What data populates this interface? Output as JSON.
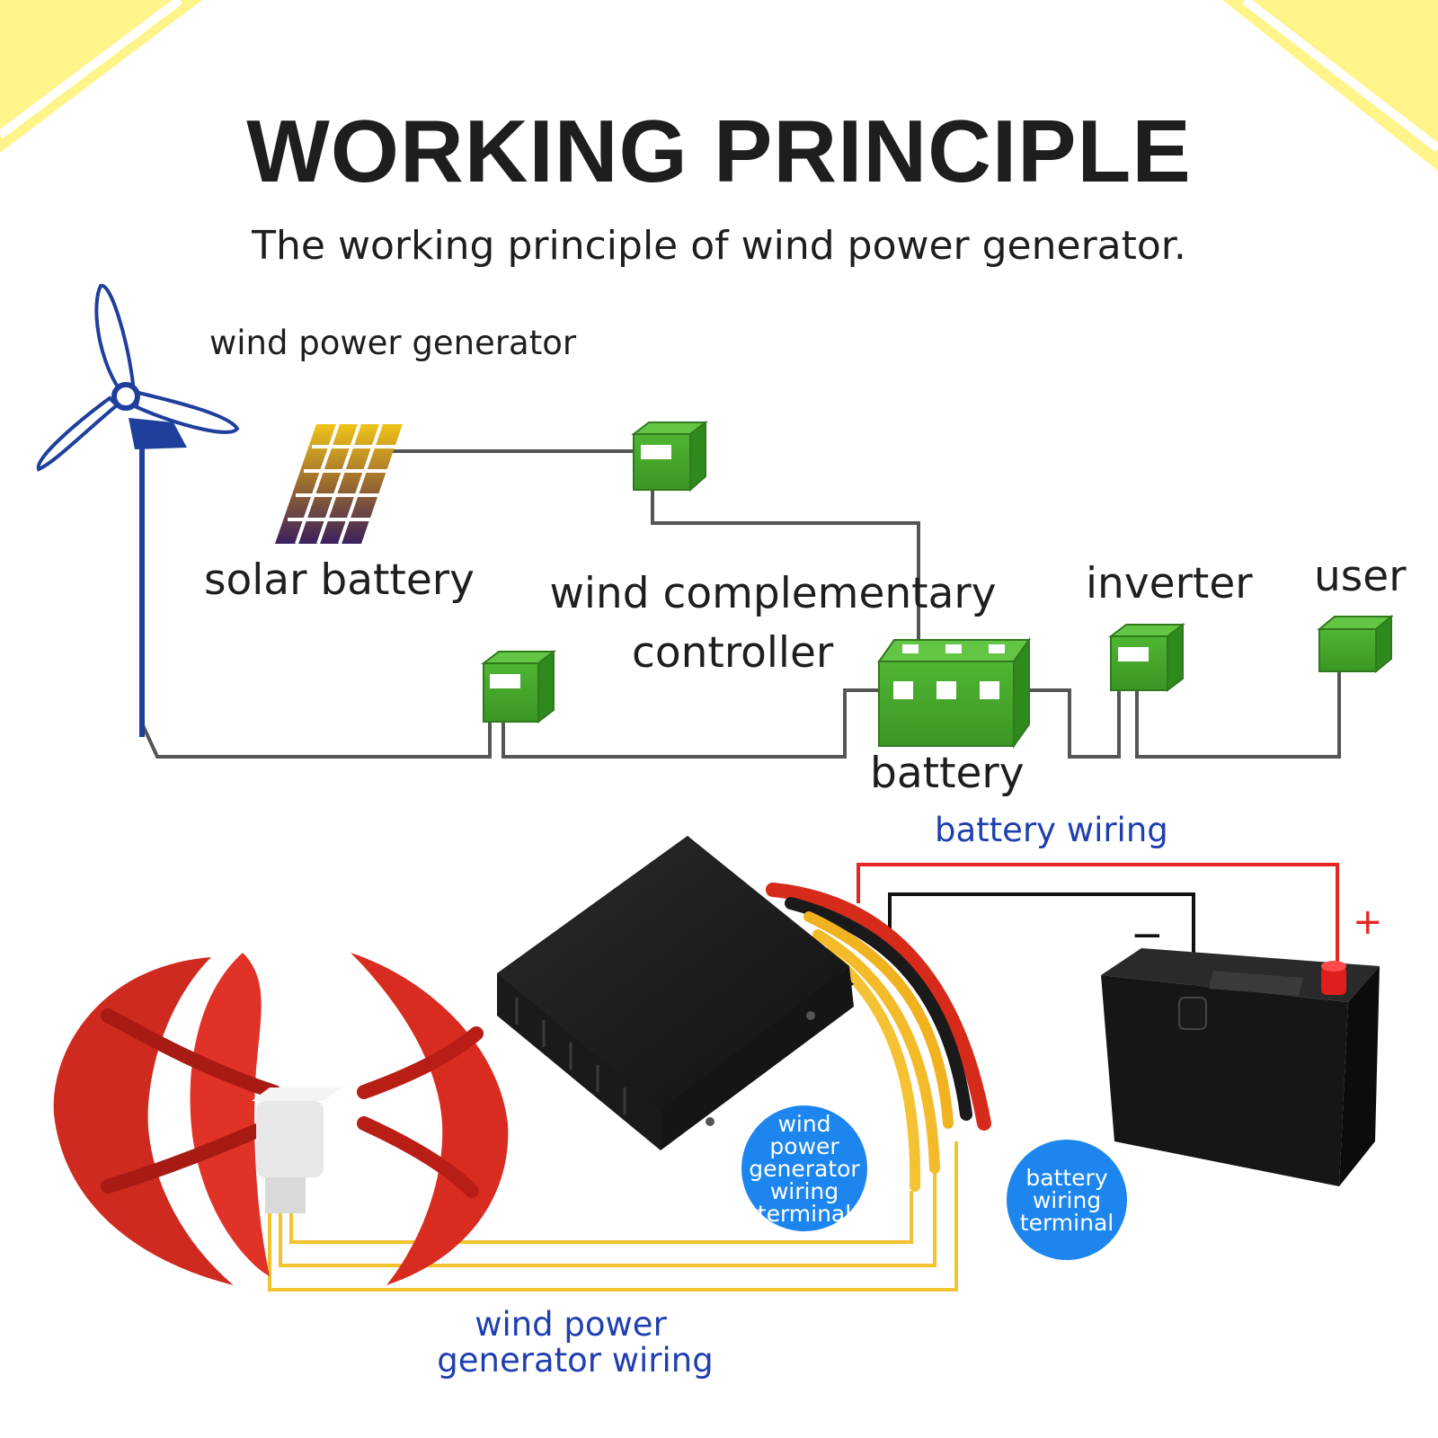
{
  "header": {
    "title": "WORKING PRINCIPLE",
    "subtitle": "The working principle of wind power generator."
  },
  "diagram": {
    "labels": {
      "wind_generator": "wind power generator",
      "solar": "solar battery",
      "controller_line1": "wind complementary",
      "controller_line2": "controller",
      "inverter": "inverter",
      "user": "user",
      "battery": "battery"
    }
  },
  "wiring": {
    "battery_wiring": "battery wiring",
    "generator_wiring_line1": "wind power",
    "generator_wiring_line2": "generator wiring",
    "minus_sign": "−",
    "plus_sign": "+",
    "generator_terminal": "wind\npower\ngenerator\nwiring\nterminal",
    "battery_terminal": "battery\nwiring\nterminal"
  },
  "colors": {
    "box_green": "#45a62c",
    "wire_red": "#e52520",
    "wire_yellow": "#f2b92a",
    "badge_blue": "#1c86ee",
    "label_blue": "#1f3fb0"
  }
}
